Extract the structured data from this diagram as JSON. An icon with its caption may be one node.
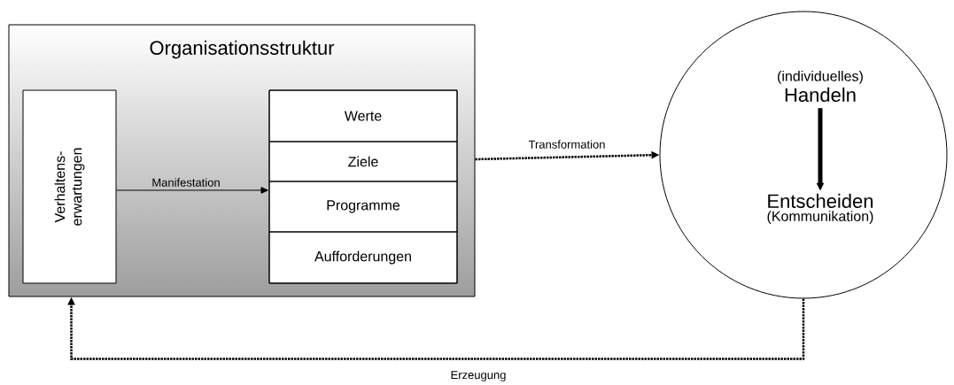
{
  "diagram": {
    "nodes": [
      {
        "text": [
          "Organisationsstruktur"
        ]
      },
      {
        "text": [
          "Verhaltens- erwartungen"
        ],
        "in": 0
      },
      {
        "text": [],
        "shape": "box",
        "in": 0
      },
      {
        "text": [
          "Werte"
        ],
        "in": 2
      },
      {
        "text": [
          "Ziele"
        ],
        "in": 2
      },
      {
        "text": [
          "Programme"
        ],
        "in": 2
      },
      {
        "text": [
          "Aufforderungen"
        ],
        "in": 2
      },
      {
        "text": [],
        "shape": "circle"
      },
      {
        "text": [
          "(individuelles)",
          "Handeln"
        ],
        "in": 7
      },
      {
        "text": [
          "Entscheiden",
          "(Kommunikation)"
        ],
        "in": 7
      }
    ],
    "edges": [
      {
        "from": 1,
        "to": 2,
        "arrow": "to",
        "label": "Manifestation"
      },
      {
        "from": 0,
        "to": 7,
        "arrow": "to",
        "label": "Transformation",
        "style": "dashed"
      },
      {
        "from": 8,
        "to": 9,
        "arrow": "to",
        "style": "thick"
      },
      {
        "from": 7,
        "to": 0,
        "arrow": "to",
        "label": "Erzeugung",
        "style": "dashed"
      }
    ]
  }
}
